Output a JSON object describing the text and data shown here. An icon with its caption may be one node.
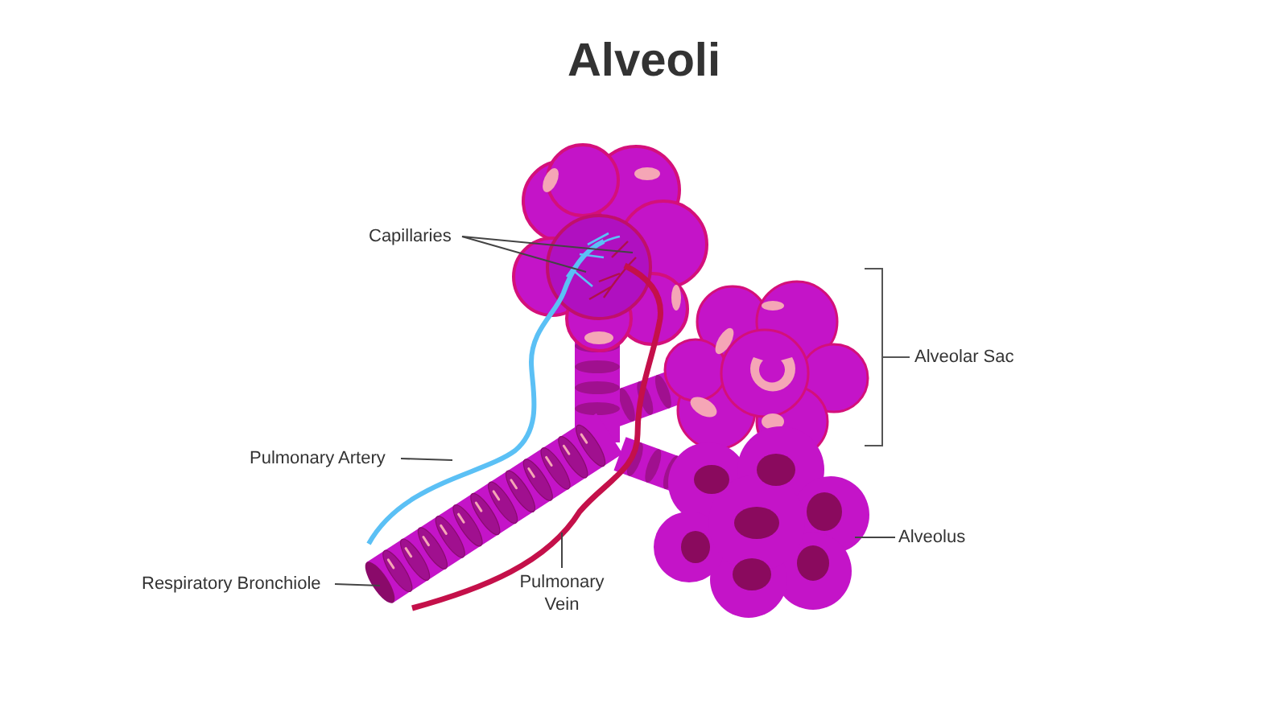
{
  "diagram": {
    "title": "Alveoli",
    "nodes": [
      {
        "text": [
          "Capillaries"
        ]
      },
      {
        "text": [
          "Pulmonary Artery"
        ]
      },
      {
        "text": [
          "Respiratory Bronchiole"
        ]
      },
      {
        "text": [
          "Pulmonary Vein"
        ]
      },
      {
        "text": [
          "Alveolus"
        ]
      }
    ],
    "edges": [
      {
        "from": 0,
        "to": null,
        "arrow": "none"
      },
      {
        "from": 0,
        "to": null,
        "arrow": "none"
      },
      {
        "from": 1,
        "to": null,
        "arrow": "none"
      },
      {
        "from": 2,
        "to": null,
        "arrow": "none"
      },
      {
        "from": 3,
        "to": null,
        "arrow": "none"
      },
      {
        "from": 4,
        "to": null,
        "arrow": "none"
      }
    ],
    "labels": [
      "Alveolar Sac"
    ]
  }
}
